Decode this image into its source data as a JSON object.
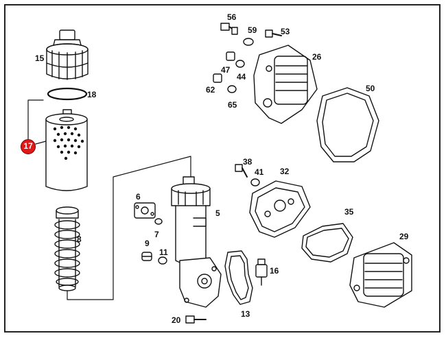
{
  "diagram": {
    "highlight_color": "#e01818",
    "highlighted_part": "17",
    "labels": {
      "p56": "56",
      "p59": "59",
      "p53": "53",
      "p26": "26",
      "p47": "47",
      "p44": "44",
      "p62": "62",
      "p65": "65",
      "p50": "50",
      "p15": "15",
      "p18": "18",
      "p17": "17",
      "p38": "38",
      "p41": "41",
      "p32": "32",
      "p6": "6",
      "p5": "5",
      "p7": "7",
      "p35": "35",
      "p8": "8",
      "p9": "9",
      "p11": "11",
      "p29": "29",
      "p16": "16",
      "p13": "13",
      "p20": "20"
    }
  }
}
